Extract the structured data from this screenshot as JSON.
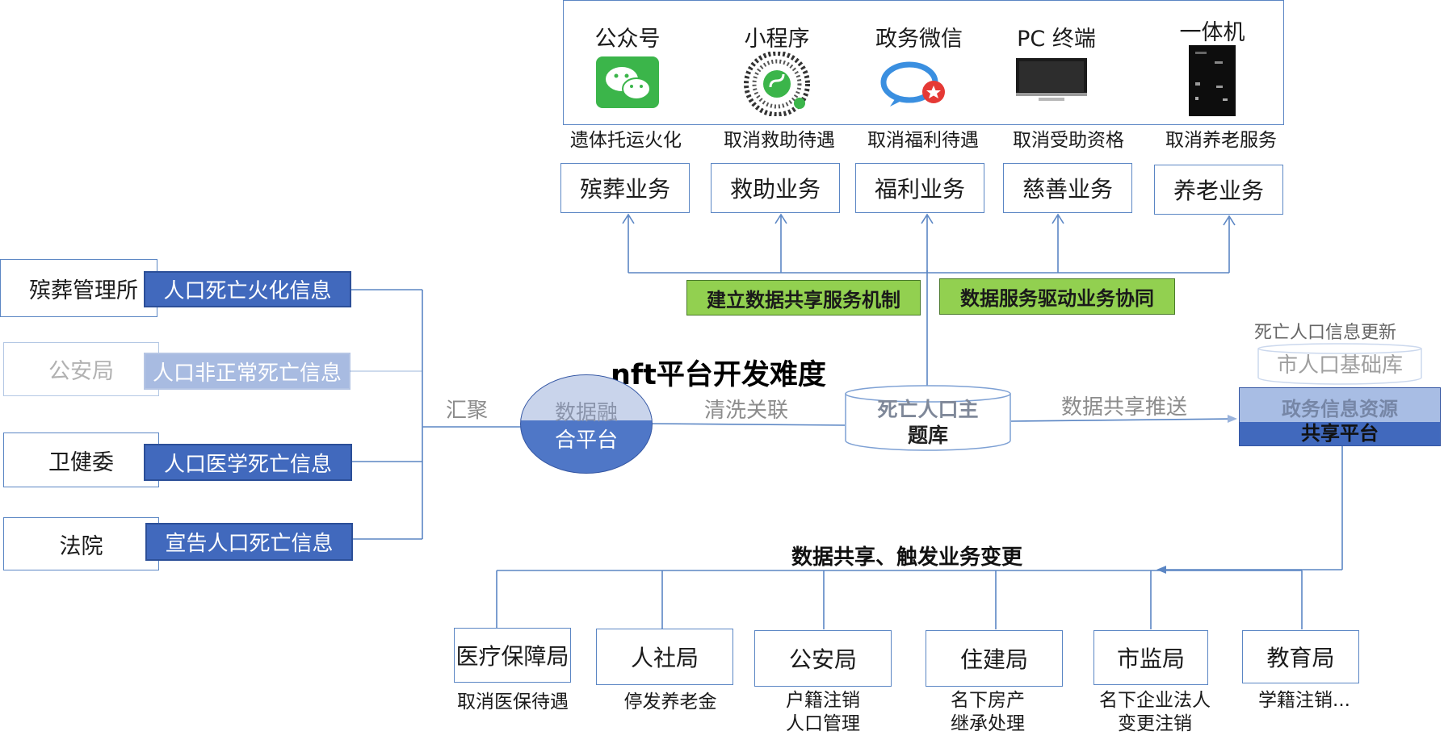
{
  "title": "nft平台开发难度",
  "channels": [
    {
      "label": "公众号",
      "icon": "wechat-icon",
      "service": "殡葬业务",
      "action": "遗体托运火化"
    },
    {
      "label": "小程序",
      "icon": "mini-program-icon",
      "service": "救助业务",
      "action": "取消救助待遇"
    },
    {
      "label": "政务微信",
      "icon": "gov-wechat-icon",
      "service": "福利业务",
      "action": "取消福利待遇"
    },
    {
      "label": "PC 终端",
      "icon": "monitor-icon",
      "service": "慈善业务",
      "action": "取消受助资格"
    },
    {
      "label": "一体机",
      "icon": "kiosk-icon",
      "service": "养老业务",
      "action": "取消养老服务"
    }
  ],
  "mechanisms": [
    "建立数据共享服务机制",
    "数据服务驱动业务协同"
  ],
  "sources": [
    {
      "name": "殡葬管理所",
      "info": "人口死亡火化信息"
    },
    {
      "name": "公安局",
      "info": "人口非正常死亡信息",
      "faded": true
    },
    {
      "name": "卫健委",
      "info": "人口医学死亡信息"
    },
    {
      "name": "法院",
      "info": "宣告人口死亡信息"
    }
  ],
  "labels": {
    "aggregate": "汇聚",
    "platform_line1": "数据融",
    "platform_line2": "合平台",
    "clean": "清洗关联",
    "db_line1": "死亡人口主",
    "db_line2": "题库",
    "push": "数据共享推送",
    "update": "死亡人口信息更新",
    "city_db": "市人口基础库",
    "gov_line1": "政务信息资源",
    "gov_line2": "共享平台",
    "trigger": "数据共享、触发业务变更"
  },
  "departments": [
    {
      "name": "医疗保障局",
      "sub": [
        "取消医保待遇"
      ]
    },
    {
      "name": "人社局",
      "sub": [
        "停发养老金"
      ]
    },
    {
      "name": "公安局",
      "sub": [
        "户籍注销",
        "人口管理"
      ]
    },
    {
      "name": "住建局",
      "sub": [
        "名下房产",
        "继承处理"
      ]
    },
    {
      "name": "市监局",
      "sub": [
        "名下企业法人",
        "变更注销"
      ]
    },
    {
      "name": "教育局",
      "sub": [
        "学籍注销..."
      ]
    }
  ],
  "colors": {
    "accent_blue": "#4169bd",
    "line_blue": "#5b86c4",
    "mechanism_green": "#92d050",
    "platform_ellipse": "#4f77c7"
  }
}
